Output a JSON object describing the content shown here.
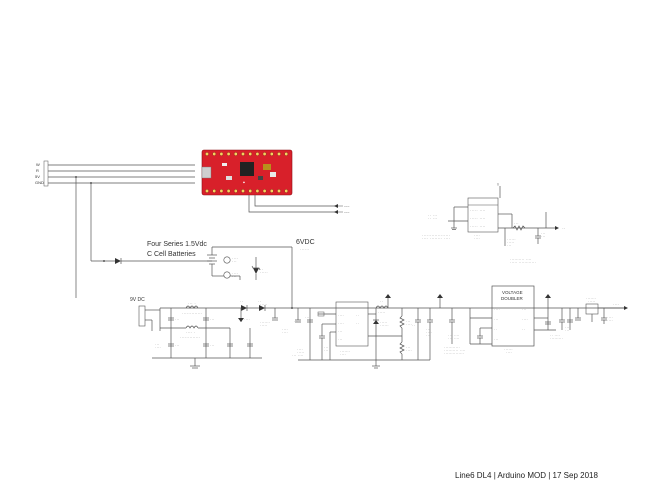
{
  "footer": "Line6 DL4 | Arduino MOD | 17 Sep 2018",
  "connector_pins": [
    "W",
    "R",
    "5V",
    "GND"
  ],
  "battery_note": {
    "line1": "Four Series 1.5Vdc",
    "line2": "C Cell Batteries"
  },
  "rail_6v": "6VDC",
  "input_9v": "9V DC",
  "voltage_doubler": {
    "line1": "VOLTAGE",
    "line2": "DOUBLER"
  },
  "colors": {
    "board_red": "#d8202a",
    "wire": "#555555",
    "ink": "#333333"
  }
}
